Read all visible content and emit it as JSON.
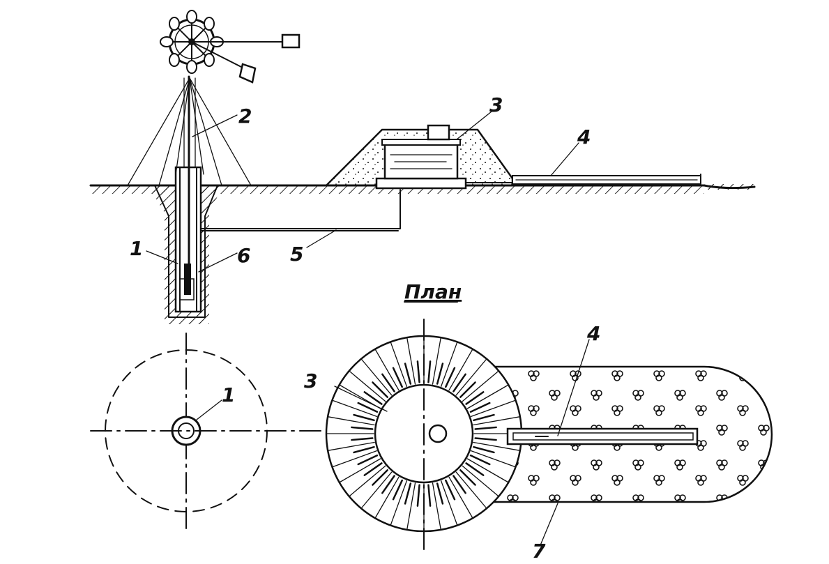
{
  "figure": {
    "plan_title": "План",
    "callouts": {
      "well": "1",
      "windmill_tower": "2",
      "reservoir": "3",
      "trough": "4",
      "pipeline": "5",
      "pump_rod": "6",
      "paved_area": "7"
    },
    "plan_callouts": {
      "well": "1",
      "reservoir": "3",
      "trough": "4",
      "paved_area": "7"
    }
  }
}
